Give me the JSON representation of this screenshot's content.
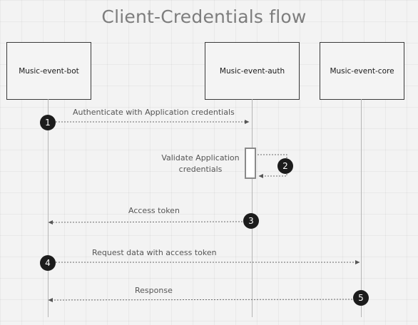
{
  "title": "Client-Credentials flow",
  "participants": {
    "bot": "Music-event-bot",
    "auth": "Music-event-auth",
    "core": "Music-event-core"
  },
  "messages": [
    {
      "step": "1",
      "label": "Authenticate with Application credentials"
    },
    {
      "step": "2",
      "label": "Validate Application credentials"
    },
    {
      "step": "3",
      "label": "Access token"
    },
    {
      "step": "4",
      "label": "Request data with access token"
    },
    {
      "step": "5",
      "label": "Response"
    }
  ],
  "colors": {
    "background": "#f3f3f3",
    "box_border": "#3a3a3a",
    "badge": "#1c1c1c",
    "arrow": "#6a6a6a"
  }
}
